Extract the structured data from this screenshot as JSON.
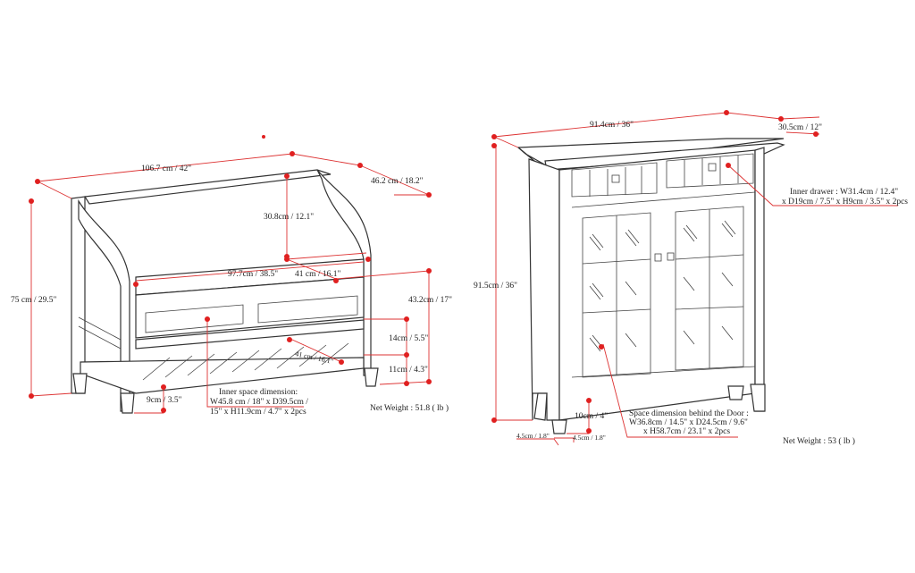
{
  "colors": {
    "dimension": "#e02020",
    "line": "#333333"
  },
  "bench": {
    "width": "106.7 cm / 42\"",
    "depth": "46.2 cm / 18.2\"",
    "back_height": "30.8cm / 12.1\"",
    "seat_width": "97.7cm / 38.5\"",
    "seat_depth": "41 cm / 16.1\"",
    "height": "75 cm / 29.5\"",
    "seat_height": "43.2cm / 17\"",
    "drawer_height": "14cm / 5.5\"",
    "shelf_height": "11cm / 4.3\"",
    "shelf_depth": "41 cm / 16.1\"",
    "leg_height": "9cm / 3.5\"",
    "inner_space": [
      "Inner space dimension:",
      "W45.8 cm / 18\" x D39.5cm /",
      "15\" x H11.9cm / 4.7\" x 2pcs"
    ],
    "net_weight": "Net Weight : 51.8 ( lb )"
  },
  "cabinet": {
    "width": "91.4cm / 36\"",
    "depth": "30.5cm / 12\"",
    "height": "91.5cm / 36\"",
    "inner_drawer": [
      "Inner drawer : W31.4cm / 12.4\"",
      "x D19cm / 7.5\" x H9cm / 3.5\" x 2pcs"
    ],
    "leg_height": "10cm / 4\"",
    "leg_side": "4.5cm / 1.8\"",
    "leg_front": "4.5cm / 1.8\"",
    "door_space": [
      "Space dimension behind the Door :",
      "W36.8cm / 14.5\" x D24.5cm / 9.6\"",
      "x H58.7cm / 23.1\" x 2pcs"
    ],
    "net_weight": "Net Weight : 53 ( lb )"
  }
}
